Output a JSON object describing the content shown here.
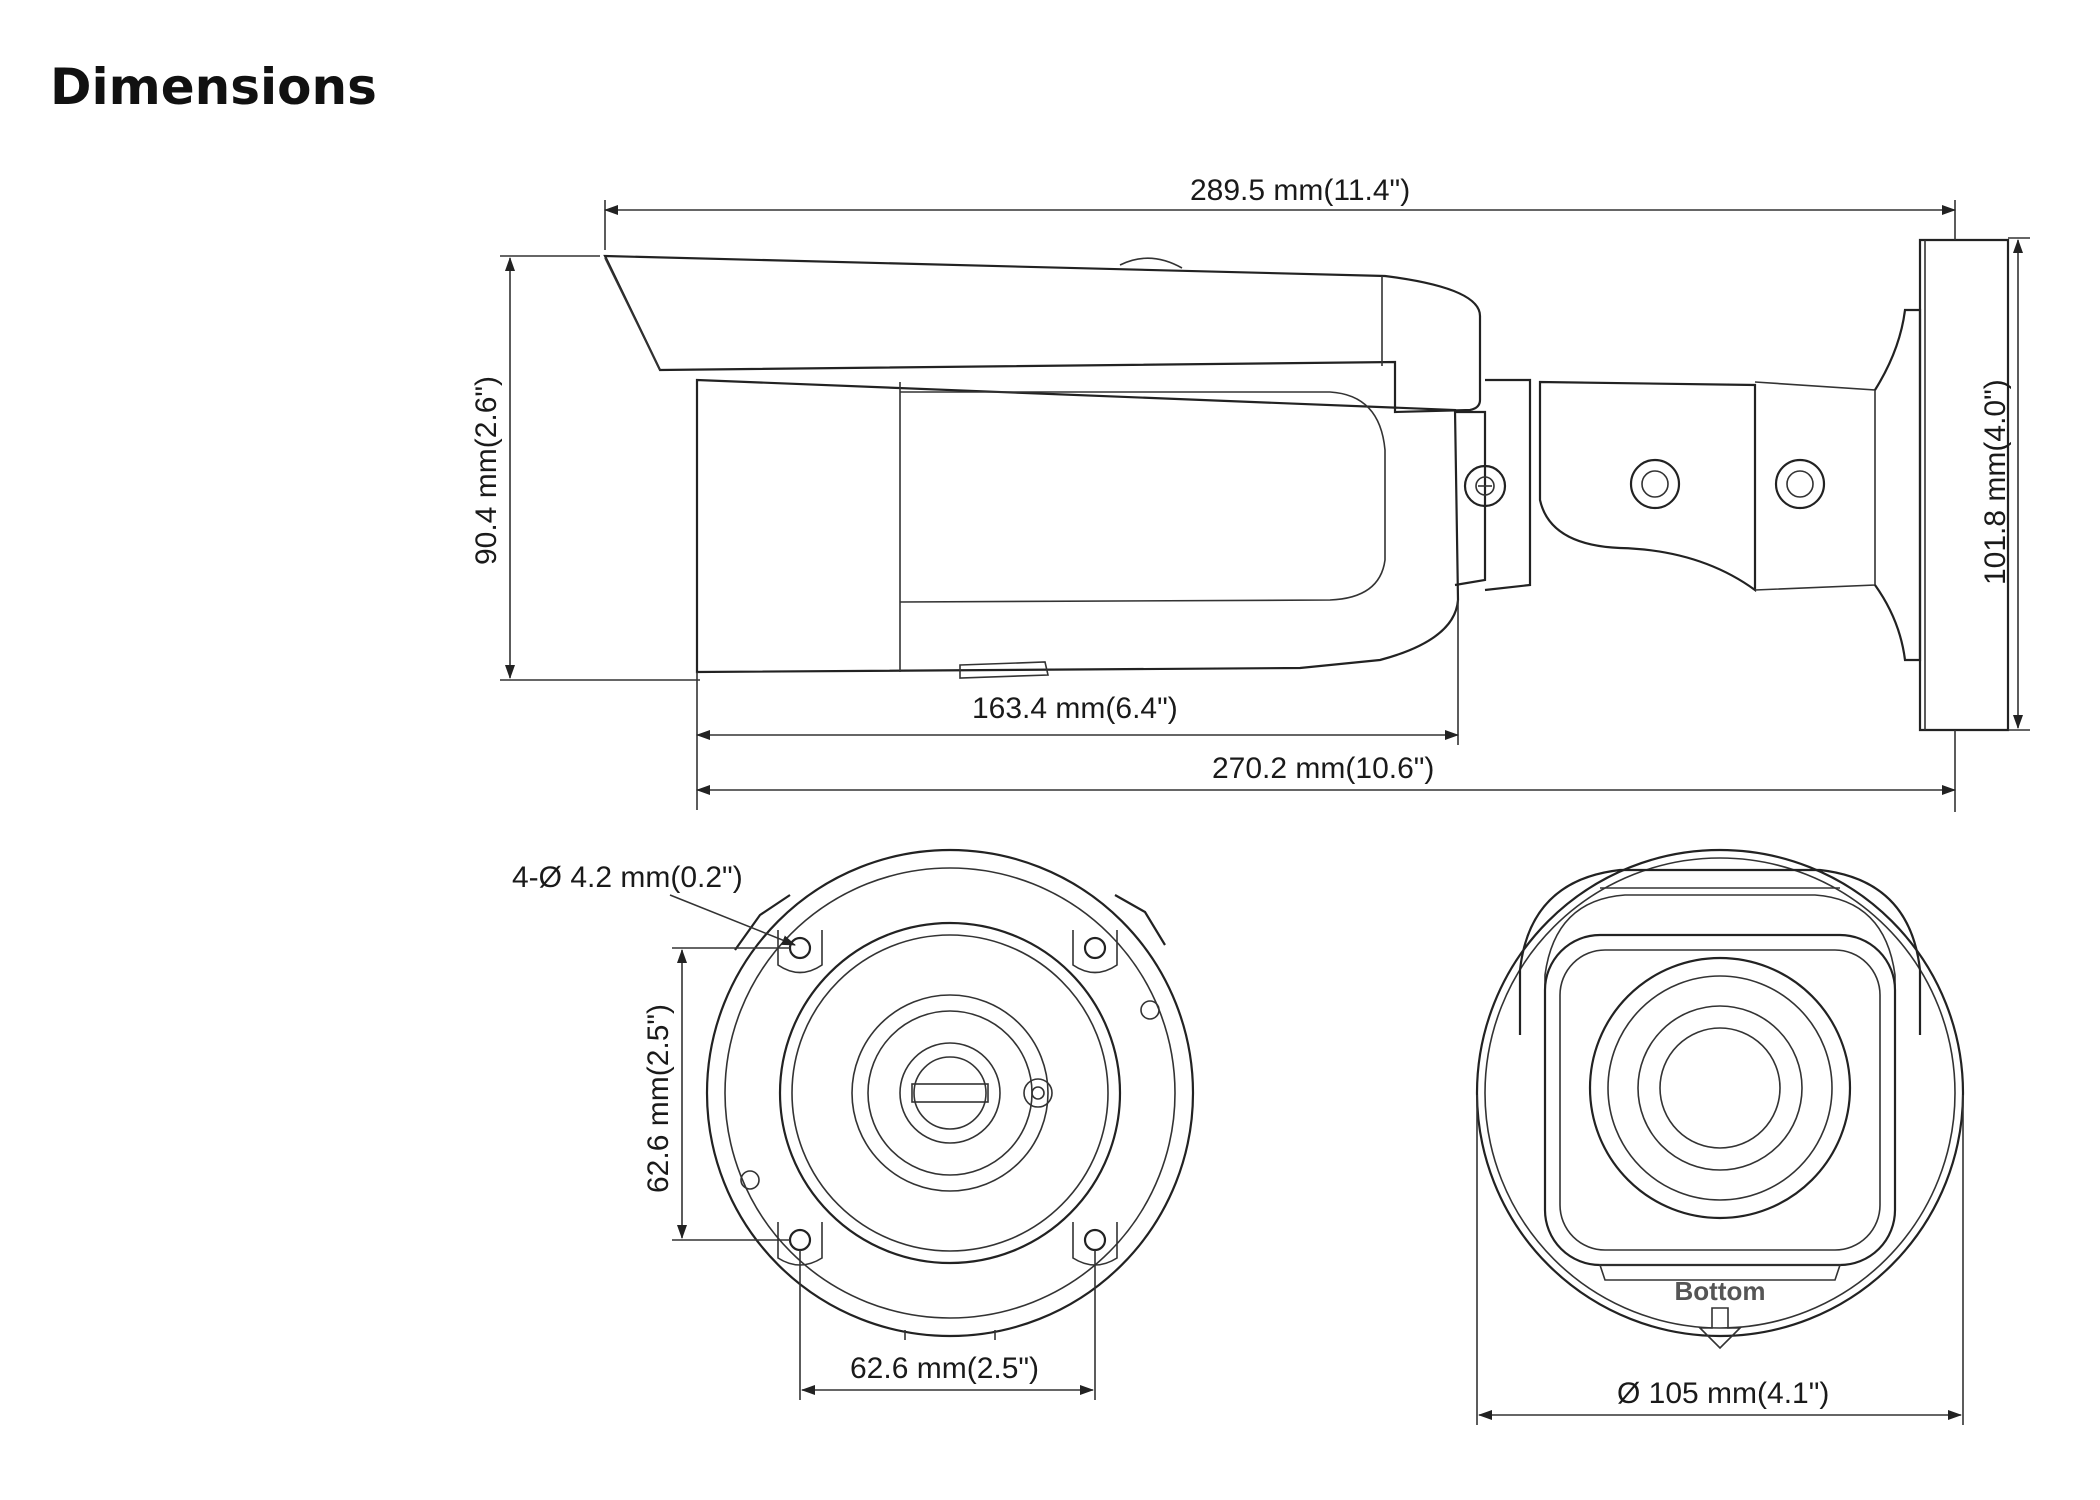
{
  "title": "Dimensions",
  "dimensions": {
    "overall_length": "289.5 mm(11.4\")",
    "body_height": "90.4 mm(2.6\")",
    "mount_height": "101.8 mm(4.0\")",
    "sunshield_length": "163.4 mm(6.4\")",
    "body_length": "270.2 mm(10.6\")",
    "hole_spec": "4-Ø 4.2 mm(0.2\")",
    "hole_spacing_vertical": "62.6 mm(2.5\")",
    "hole_spacing_horizontal": "62.6 mm(2.5\")",
    "front_diameter": "Ø 105 mm(4.1\")"
  },
  "front_view": {
    "bottom_marking": "Bottom"
  },
  "colors": {
    "line": "#222222",
    "text": "#1a1a1a",
    "background": "#ffffff"
  }
}
